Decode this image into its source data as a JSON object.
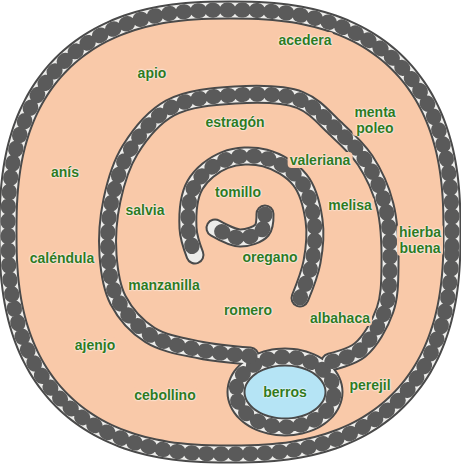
{
  "diagram": {
    "labels": [
      "apio",
      "acedera",
      "menta poleo",
      "estragón",
      "valeriana",
      "anís",
      "tomillo",
      "melisa",
      "salvia",
      "hierba buena",
      "caléndula",
      "oregano",
      "manzanilla",
      "albahaca",
      "romero",
      "ajenjo",
      "perejil",
      "cebollino",
      "berros"
    ]
  }
}
